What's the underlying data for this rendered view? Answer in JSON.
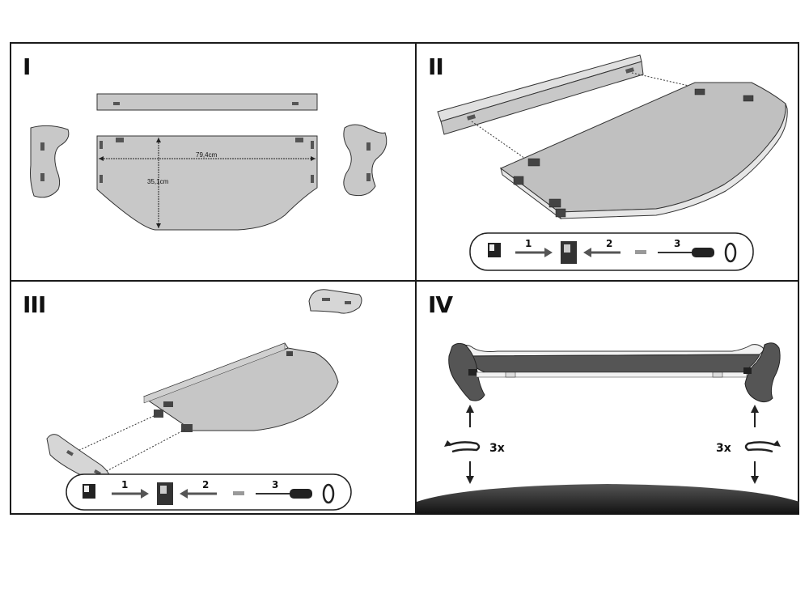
{
  "steps": [
    {
      "numeral": "I",
      "dimensions": {
        "width": "79,4cm",
        "depth": "35,1cm"
      }
    },
    {
      "numeral": "II",
      "sequence": [
        "1",
        "2",
        "3"
      ]
    },
    {
      "numeral": "III",
      "sequence": [
        "1",
        "2",
        "3"
      ]
    },
    {
      "numeral": "IV",
      "rotation_count_left": "3x",
      "rotation_count_right": "3x"
    }
  ],
  "colors": {
    "line": "#1a1a1a",
    "panel_fill": "#c8c8c8",
    "dark_fill": "#444444",
    "background": "#ffffff"
  }
}
